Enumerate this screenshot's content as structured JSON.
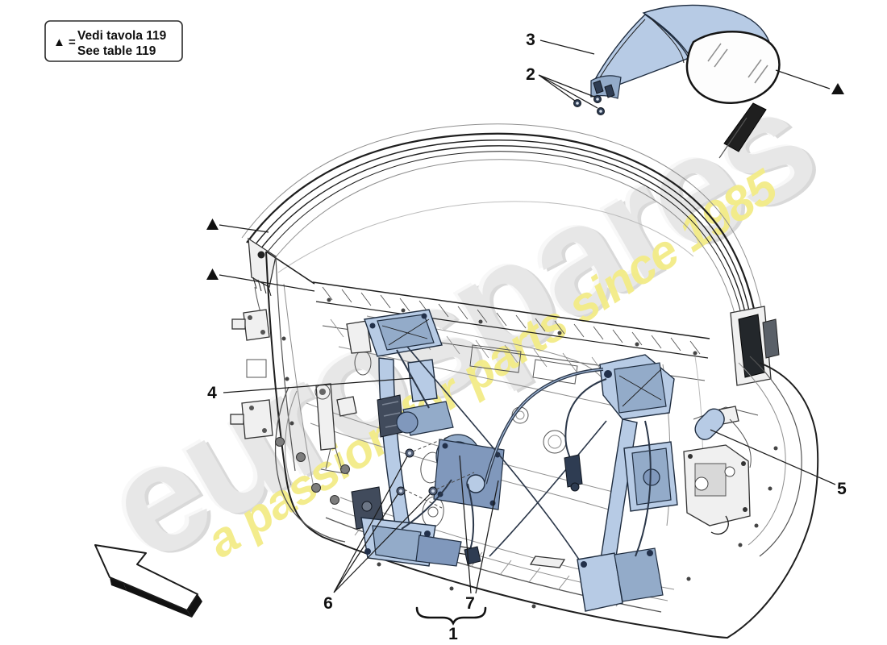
{
  "page": {
    "background": "#ffffff"
  },
  "legend": {
    "symbol_equals": "▲ =",
    "line_italian": "Vedi tavola 119",
    "line_english": "See table 119"
  },
  "watermark": {
    "brand_text": "eurospares",
    "tagline_text": "a passion for parts since 1985"
  },
  "callouts": {
    "n1": "1",
    "n2": "2",
    "n3": "3",
    "n4": "4",
    "n5": "5",
    "n6": "6",
    "n7": "7"
  },
  "colors": {
    "highlight_part_blue": "#b7cbe5",
    "highlight_part_blue_dark": "#93abc9",
    "outline_navy": "#1f2d40",
    "line_dark": "#1e1e1e",
    "watermark_gray": "#e7e7e7",
    "watermark_yellow": "#f3ec87"
  }
}
